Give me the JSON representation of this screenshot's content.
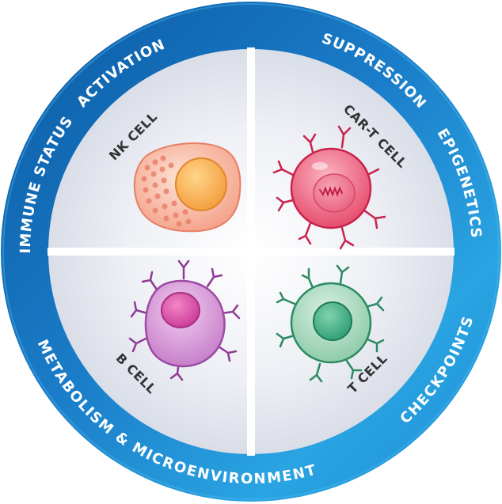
{
  "colors": {
    "ring_dark": "#0d5ea8",
    "ring_light": "#27a6e3",
    "panel_light": "#f4f5f9",
    "panel_shade": "#dfe2ea",
    "divider": "#ffffff",
    "label_dark": "#333333",
    "nk_cell": "#f6a78c",
    "nk_nucleus": "#f4a94a",
    "car_t_cell": "#e8506e",
    "b_cell": "#c774c9",
    "t_cell": "#6fbf99"
  },
  "ring_labels": {
    "activation": "ACTIVATION",
    "suppression": "SUPPRESSION",
    "epigenetics": "EPIGENETICS",
    "checkpoints": "CHECKPOINTS",
    "metabolism": "METABOLISM & MICROENVIRONMENT",
    "immune_status": "IMMUNE STATUS"
  },
  "cells": {
    "nk": {
      "label": "NK CELL",
      "icon": "nk-cell-icon"
    },
    "car_t": {
      "label": "CAR-T CELL",
      "icon": "car-t-cell-icon"
    },
    "b": {
      "label": "B CELL",
      "icon": "b-cell-icon"
    },
    "t": {
      "label": "T CELL",
      "icon": "t-cell-icon"
    }
  }
}
